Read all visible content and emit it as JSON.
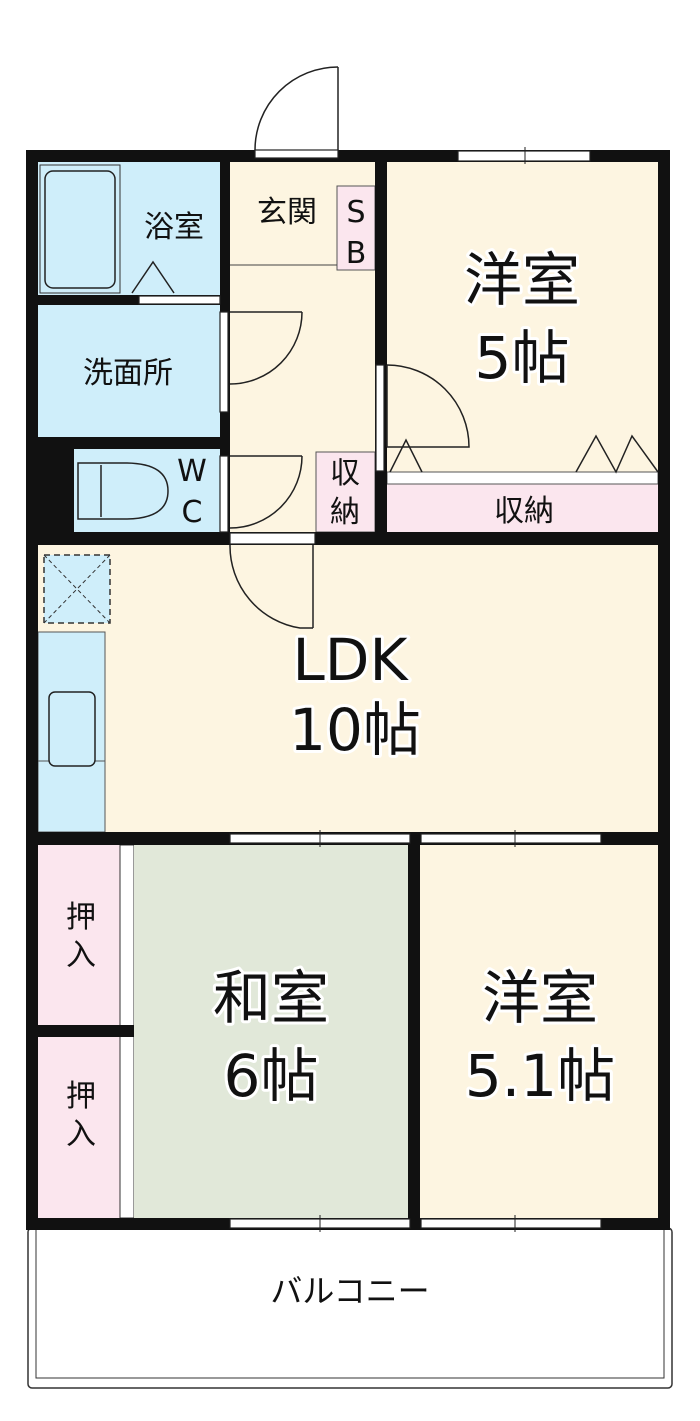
{
  "rooms": {
    "bath": {
      "label": "浴室"
    },
    "entrance": {
      "label": "玄関"
    },
    "shoe_box": {
      "label_1": "S",
      "label_2": "B"
    },
    "western_room_1": {
      "name": "洋室",
      "size": "5帖"
    },
    "washroom": {
      "label": "洗面所"
    },
    "wc": {
      "label_1": "W",
      "label_2": "C"
    },
    "storage_small": {
      "label_1": "収",
      "label_2": "納"
    },
    "storage_western": {
      "label": "収納"
    },
    "ldk": {
      "name": "LDK",
      "size": "10帖"
    },
    "closet_1": {
      "label_1": "押",
      "label_2": "入"
    },
    "closet_2": {
      "label_1": "押",
      "label_2": "入"
    },
    "japanese_room": {
      "name": "和室",
      "size": "6帖"
    },
    "western_room_2": {
      "name": "洋室",
      "size": "5.1帖"
    },
    "balcony": {
      "label": "バルコニー"
    }
  },
  "colors": {
    "beige": "#fdf5e1",
    "wet_blue": "#cfeefa",
    "storage_pink": "#fbe6ee",
    "tatami_green": "#e1e8d9",
    "wall": "#111111"
  }
}
